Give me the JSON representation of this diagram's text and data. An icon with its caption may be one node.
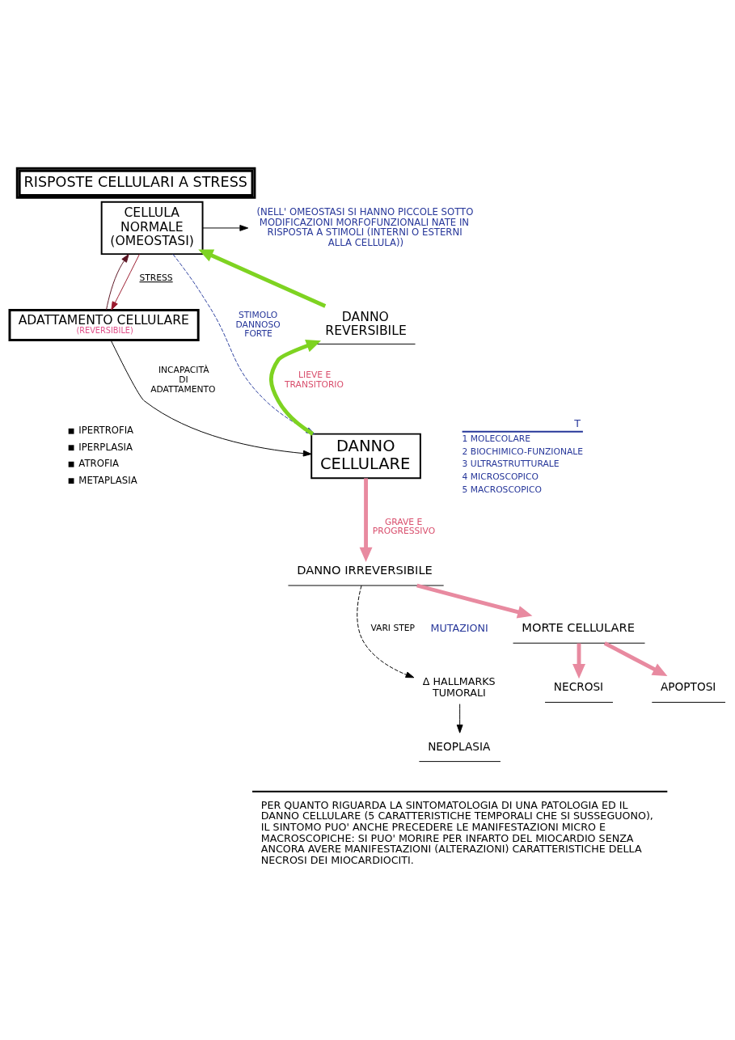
{
  "diagram": {
    "title": "RISPOSTE CELLULARI A STRESS",
    "nodes": [
      {
        "text": [
          "(NELL' OMEOSTASI SI HANNO PICCOLE SOTTO MODIFICAZIONI MORFOFUNZIONALI NATE IN RISPOSTA A STIMOLI (INTERNI O ESTERNI ALLA CELLULA))"
        ]
      },
      {
        "text": [
          "CELLULA NORMALE (OMEOSTASI)"
        ]
      },
      {
        "text": [
          "DANNO REVERSIBILE"
        ]
      },
      {
        "text": [
          "ADATTAMENTO CELLULARE",
          "(REVERSIBILE)"
        ],
        "beside": [
          "IPERTROFIA",
          "IPERPLASIA",
          "ATROFIA",
          "METAPLASIA"
        ]
      },
      {
        "text": [
          "DANNO CELLULARE"
        ]
      },
      {
        "text": [
          "DANNO IRREVERSIBILE"
        ]
      },
      {
        "text": [
          "MORTE CELLULARE"
        ]
      },
      {
        "text": [
          "NECROSI"
        ]
      },
      {
        "text": [
          "APOPTOSI"
        ]
      },
      {
        "text": [
          "Δ HALLMARKS TUMORALI"
        ]
      },
      {
        "text": [
          "NEOPLASIA"
        ]
      }
    ],
    "edges": [
      {
        "from": 1,
        "to": 0,
        "arrow": "to"
      },
      {
        "from": 1,
        "to": 3,
        "arrow": "to",
        "label": "STRESS",
        "color": "#9b1b2e"
      },
      {
        "from": 3,
        "to": 1,
        "arrow": "to",
        "color": "#5a1422"
      },
      {
        "from": 3,
        "to": 4,
        "arrow": "to",
        "label": "INCAPACITÀ DI ADATTAMENTO"
      },
      {
        "from": 1,
        "to": 4,
        "arrow": "to",
        "label": "STIMOLO DANNOSO FORTE",
        "style": "dashed",
        "color": "#2b3f9e"
      },
      {
        "from": 4,
        "to": 2,
        "arrow": "to",
        "label": "LIEVE E TRANSITORIO",
        "style": "thick",
        "color": "#7ed321"
      },
      {
        "from": 2,
        "to": 1,
        "arrow": "to",
        "style": "thick",
        "color": "#7ed321"
      },
      {
        "from": 4,
        "to": 5,
        "arrow": "to",
        "label": "GRAVE E PROGRESSIVO",
        "style": "thick",
        "color": "#e88aa0"
      },
      {
        "from": 5,
        "to": 6,
        "arrow": "to",
        "style": "thick",
        "color": "#e88aa0"
      },
      {
        "from": 6,
        "to": 7,
        "arrow": "to",
        "style": "thick",
        "color": "#e88aa0"
      },
      {
        "from": 6,
        "to": 8,
        "arrow": "to",
        "style": "thick",
        "color": "#e88aa0"
      },
      {
        "from": 5,
        "to": 9,
        "arrow": "to",
        "label": "VARI STEP",
        "style": "dashed"
      },
      {
        "from": 9,
        "to": 10,
        "arrow": "to"
      }
    ],
    "labels": [
      "T",
      "1 MOLECOLARE",
      "2 BIOCHIMICO-FUNZIONALE",
      "3 ULTRASTRUTTURALE",
      "4 MICROSCOPICO",
      "5 MACROSCOPICO",
      "MUTAZIONI",
      "PER QUANTO RIGUARDA LA SINTOMATOLOGIA DI UNA PATOLOGIA ED IL DANNO CELLULARE (5 CARATTERISTICHE TEMPORALI CHE SI SUSSEGUONO), IL SINTOMO PUO' ANCHE PRECEDERE LE MANIFESTAZIONI MICRO E MACROSCOPICHE: SI PUO' MORIRE PER INFARTO DEL MIOCARDIO SENZA ANCORA AVERE MANIFESTAZIONI (ALTERAZIONI) CARATTERISTICHE DELLA NECROSI DEI MIOCARDIOCITI."
    ]
  }
}
